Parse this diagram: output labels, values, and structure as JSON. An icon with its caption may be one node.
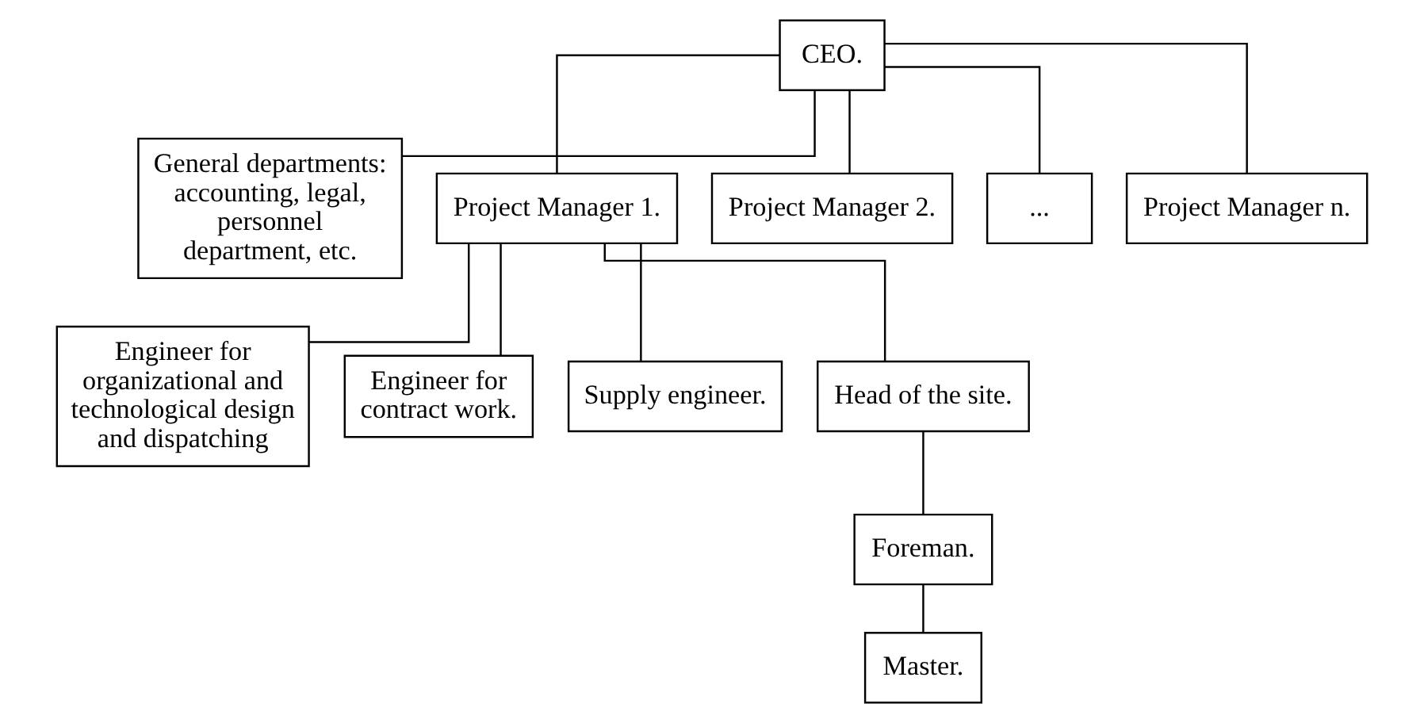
{
  "diagram": {
    "nodes": [
      {
        "text": [
          "CEO."
        ]
      },
      {
        "text": [
          "General departments: accounting, legal, personnel department, etc."
        ]
      },
      {
        "text": [
          "Project Manager 1."
        ]
      },
      {
        "text": [
          "Project Manager 2."
        ]
      },
      {
        "text": [
          "..."
        ]
      },
      {
        "text": [
          "Project Manager n."
        ]
      },
      {
        "text": [
          "Engineer for organizational and technological design and dispatching"
        ]
      },
      {
        "text": [
          "Engineer for contract work."
        ]
      },
      {
        "text": [
          "Supply engineer."
        ]
      },
      {
        "text": [
          "Head of the site."
        ]
      },
      {
        "text": [
          "Foreman."
        ]
      },
      {
        "text": [
          "Master."
        ]
      }
    ],
    "edges": [
      {
        "from": 0,
        "to": 1,
        "arrow": "none"
      },
      {
        "from": 0,
        "to": 2,
        "arrow": "none"
      },
      {
        "from": 0,
        "to": 3,
        "arrow": "none"
      },
      {
        "from": 0,
        "to": 4,
        "arrow": "none"
      },
      {
        "from": 0,
        "to": 5,
        "arrow": "none"
      },
      {
        "from": 2,
        "to": 6,
        "arrow": "none"
      },
      {
        "from": 2,
        "to": 7,
        "arrow": "none"
      },
      {
        "from": 2,
        "to": 8,
        "arrow": "none"
      },
      {
        "from": 2,
        "to": 9,
        "arrow": "none"
      },
      {
        "from": 9,
        "to": 10,
        "arrow": "none"
      },
      {
        "from": 10,
        "to": 11,
        "arrow": "none"
      }
    ]
  }
}
